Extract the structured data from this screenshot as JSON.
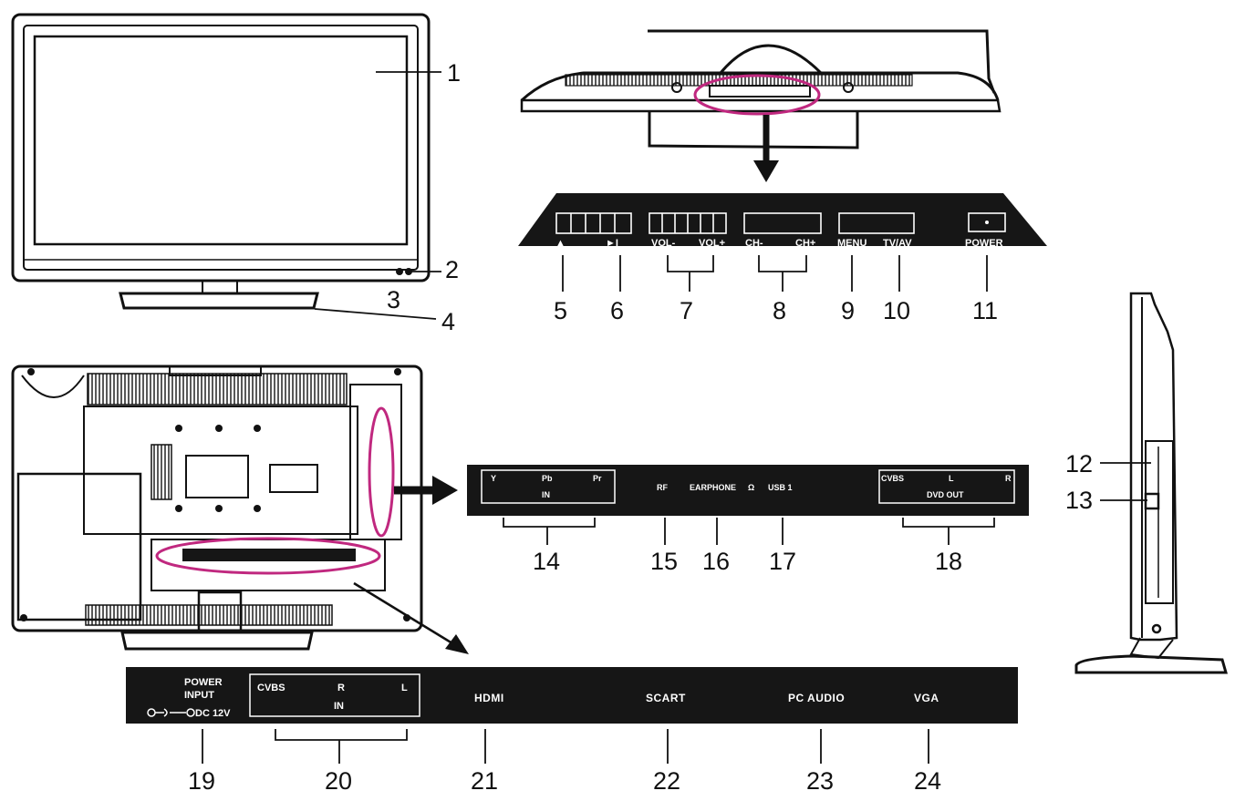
{
  "callouts": [
    "1",
    "2",
    "3",
    "4",
    "5",
    "6",
    "7",
    "8",
    "9",
    "10",
    "11",
    "12",
    "13",
    "14",
    "15",
    "16",
    "17",
    "18",
    "19",
    "20",
    "21",
    "22",
    "23",
    "24"
  ],
  "top_panel": {
    "eject_symbol": "▲",
    "play_pause_symbol": "►I",
    "vol_minus": "VOL-",
    "vol_plus": "VOL+",
    "ch_minus": "CH-",
    "ch_plus": "CH+",
    "menu": "MENU",
    "tv_av": "TV/AV",
    "power": "POWER"
  },
  "side_panel": {
    "y": "Y",
    "pb": "Pb",
    "pr": "Pr",
    "in": "IN",
    "rf": "RF",
    "earphone": "EARPHONE",
    "earphone_symbol": "Ω",
    "usb": "USB 1",
    "cvbs": "CVBS",
    "l": "L",
    "r": "R",
    "dvd_out": "DVD OUT"
  },
  "bottom_panel": {
    "power_input_line1": "POWER",
    "power_input_line2": "INPUT",
    "dc": "DC 12V",
    "cvbs": "CVBS",
    "r": "R",
    "l": "L",
    "in": "IN",
    "hdmi": "HDMI",
    "scart": "SCART",
    "pc_audio": "PC AUDIO",
    "vga": "VGA"
  },
  "colors": {
    "ink": "#111111",
    "highlight": "#c0287f",
    "panel": "#161616"
  }
}
